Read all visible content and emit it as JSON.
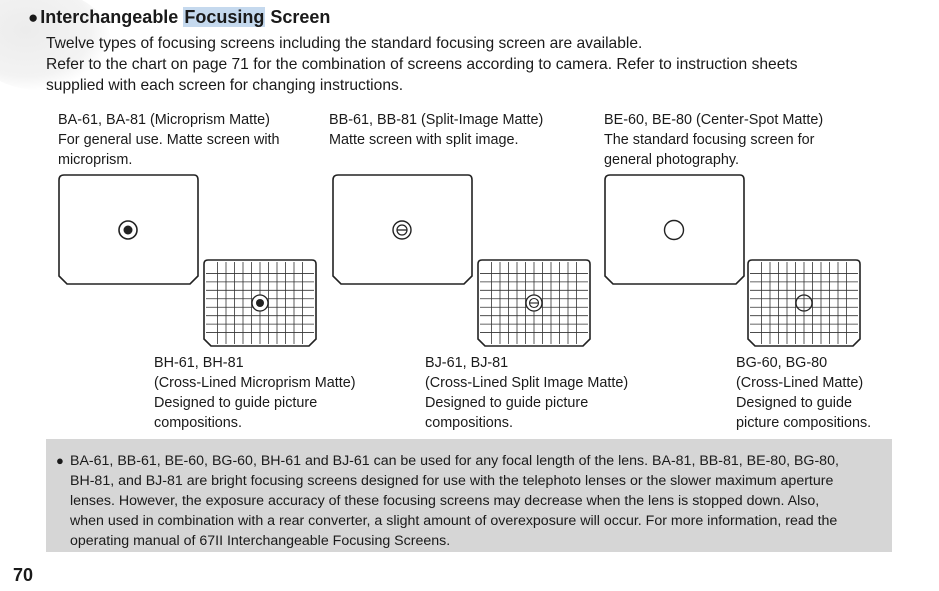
{
  "heading": {
    "bullet": "●",
    "before": "Interchangeable ",
    "highlight": "Focusing",
    "after": " Screen"
  },
  "intro": [
    "Twelve types of focusing screens including the standard focusing screen are available.",
    "Refer to the chart on page 71 for the combination of screens according to camera. Refer to instruction sheets",
    "supplied with each screen for changing instructions."
  ],
  "screens_top": [
    {
      "lines": [
        "BA-61, BA-81 (Microprism Matte)",
        "For general use. Matte screen with",
        "microprism."
      ]
    },
    {
      "lines": [
        "BB-61, BB-81 (Split-Image Matte)",
        "Matte screen with split image.",
        ""
      ]
    },
    {
      "lines": [
        "BE-60, BE-80 (Center-Spot Matte)",
        "The standard focusing screen for",
        "general photography."
      ]
    }
  ],
  "screens_bottom": [
    {
      "lines": [
        "BH-61, BH-81",
        "(Cross-Lined Microprism Matte)",
        "Designed to guide picture",
        "compositions."
      ]
    },
    {
      "lines": [
        "BJ-61, BJ-81",
        "(Cross-Lined Split Image Matte)",
        "Designed to guide picture",
        "compositions."
      ]
    },
    {
      "lines": [
        "BG-60, BG-80",
        "(Cross-Lined Matte)",
        "Designed to guide",
        "picture compositions."
      ]
    }
  ],
  "note": {
    "bullet": "●",
    "lines": [
      "BA-61, BB-61, BE-60, BG-60, BH-61 and BJ-61 can be used for any focal length of the lens. BA-81, BB-81, BE-80, BG-80,",
      "BH-81, and BJ-81 are bright focusing screens designed for use with the telephoto lenses or the slower maximum aperture",
      "lenses. However, the exposure accuracy of these focusing screens may decrease when the lens is stopped down. Also,",
      "when used in combination with a rear converter, a slight amount of overexposure will occur. For more information, read the",
      "operating manual of 67II  Interchangeable Focusing Screens."
    ]
  },
  "page_number": "70",
  "colors": {
    "highlight": "#c5d9ee",
    "note_background": "#d6d6d6"
  }
}
